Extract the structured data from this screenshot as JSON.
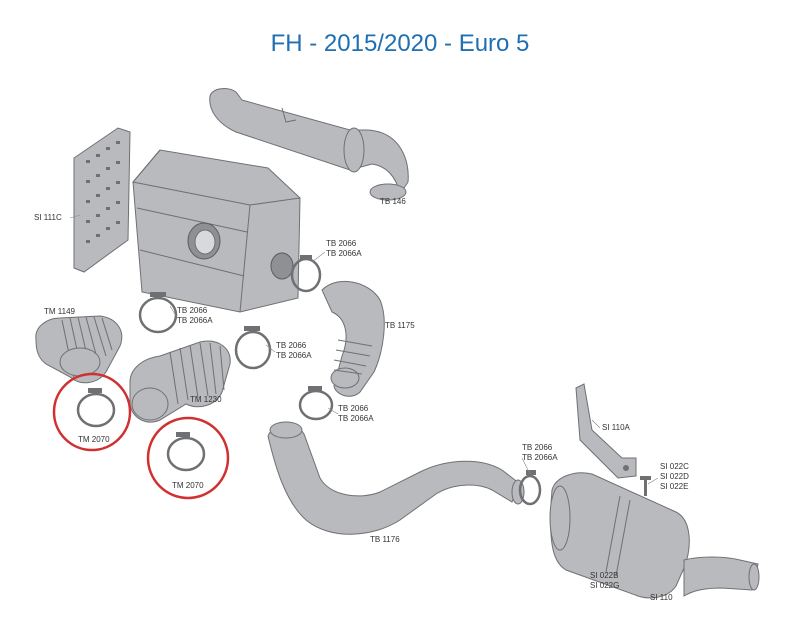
{
  "title": "FH - 2015/2020 - Euro 5",
  "highlight_color": "#d0302f",
  "title_color": "#1f6fb2",
  "parts": [
    {
      "id": "tb146",
      "labels": [
        "TB 146"
      ]
    },
    {
      "id": "si111c",
      "labels": [
        "SI 111C"
      ]
    },
    {
      "id": "tb2066-top",
      "labels": [
        "TB 2066",
        "TB 2066A"
      ]
    },
    {
      "id": "tm1149",
      "labels": [
        "TM 1149"
      ]
    },
    {
      "id": "tb2066-left",
      "labels": [
        "TB 2066",
        "TB 2066A"
      ]
    },
    {
      "id": "tb1175",
      "labels": [
        "TB 1175"
      ]
    },
    {
      "id": "tb2066-mid",
      "labels": [
        "TB 2066",
        "TB 2066A"
      ]
    },
    {
      "id": "tm1230",
      "labels": [
        "TM 1230"
      ]
    },
    {
      "id": "tb2066-low",
      "labels": [
        "TB 2066",
        "TB 2066A"
      ]
    },
    {
      "id": "tm2070-a",
      "labels": [
        "TM 2070"
      ]
    },
    {
      "id": "tm2070-b",
      "labels": [
        "TM 2070"
      ]
    },
    {
      "id": "si110a",
      "labels": [
        "SI 110A"
      ]
    },
    {
      "id": "tb2066-right",
      "labels": [
        "TB 2066",
        "TB 2066A"
      ]
    },
    {
      "id": "si022c",
      "labels": [
        "SI 022C",
        "SI 022D",
        "SI 022E"
      ]
    },
    {
      "id": "tb1176",
      "labels": [
        "TB 1176"
      ]
    },
    {
      "id": "si022b",
      "labels": [
        "SI 022B",
        "SI 022G"
      ]
    },
    {
      "id": "si110",
      "labels": [
        "SI 110"
      ]
    }
  ]
}
